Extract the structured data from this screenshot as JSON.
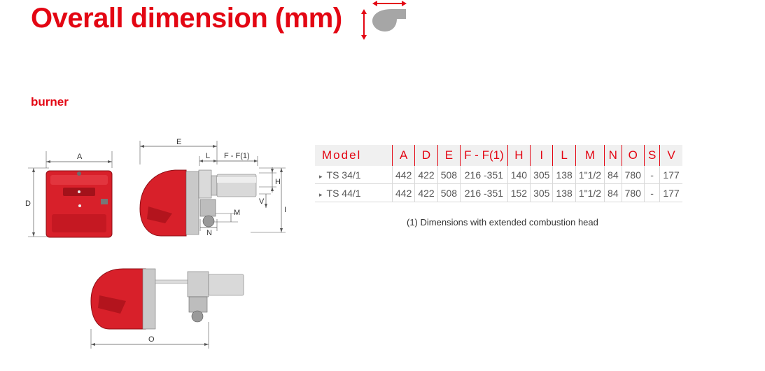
{
  "page": {
    "title": "Overall dimension (mm)",
    "section": "burner",
    "footnote": "(1) Dimensions with extended combustion head"
  },
  "colors": {
    "accent": "#e30613",
    "burner_body": "#d8202a",
    "icon_gray": "#a6a6a6"
  },
  "icons": [
    "vertical-arrow-icon",
    "horizontal-arrow-icon",
    "burner-silhouette-icon"
  ],
  "drawing_labels": {
    "front": {
      "a": "A",
      "d": "D"
    },
    "side": {
      "e": "E",
      "l": "L",
      "f": "F - F(1)",
      "h": "H",
      "v": "V",
      "m": "M",
      "n": "N",
      "i": "I"
    },
    "top": {
      "o": "O"
    }
  },
  "table": {
    "headers": [
      "Model",
      "A",
      "D",
      "E",
      "F - F(1)",
      "H",
      "I",
      "L",
      "M",
      "N",
      "O",
      "S",
      "V"
    ],
    "rows": [
      [
        "TS 34/1",
        "442",
        "422",
        "508",
        "216 -351",
        "140",
        "305",
        "138",
        "1\"1/2",
        "84",
        "780",
        "-",
        "177"
      ],
      [
        "TS 44/1",
        "442",
        "422",
        "508",
        "216 -351",
        "152",
        "305",
        "138",
        "1\"1/2",
        "84",
        "780",
        "-",
        "177"
      ]
    ]
  }
}
